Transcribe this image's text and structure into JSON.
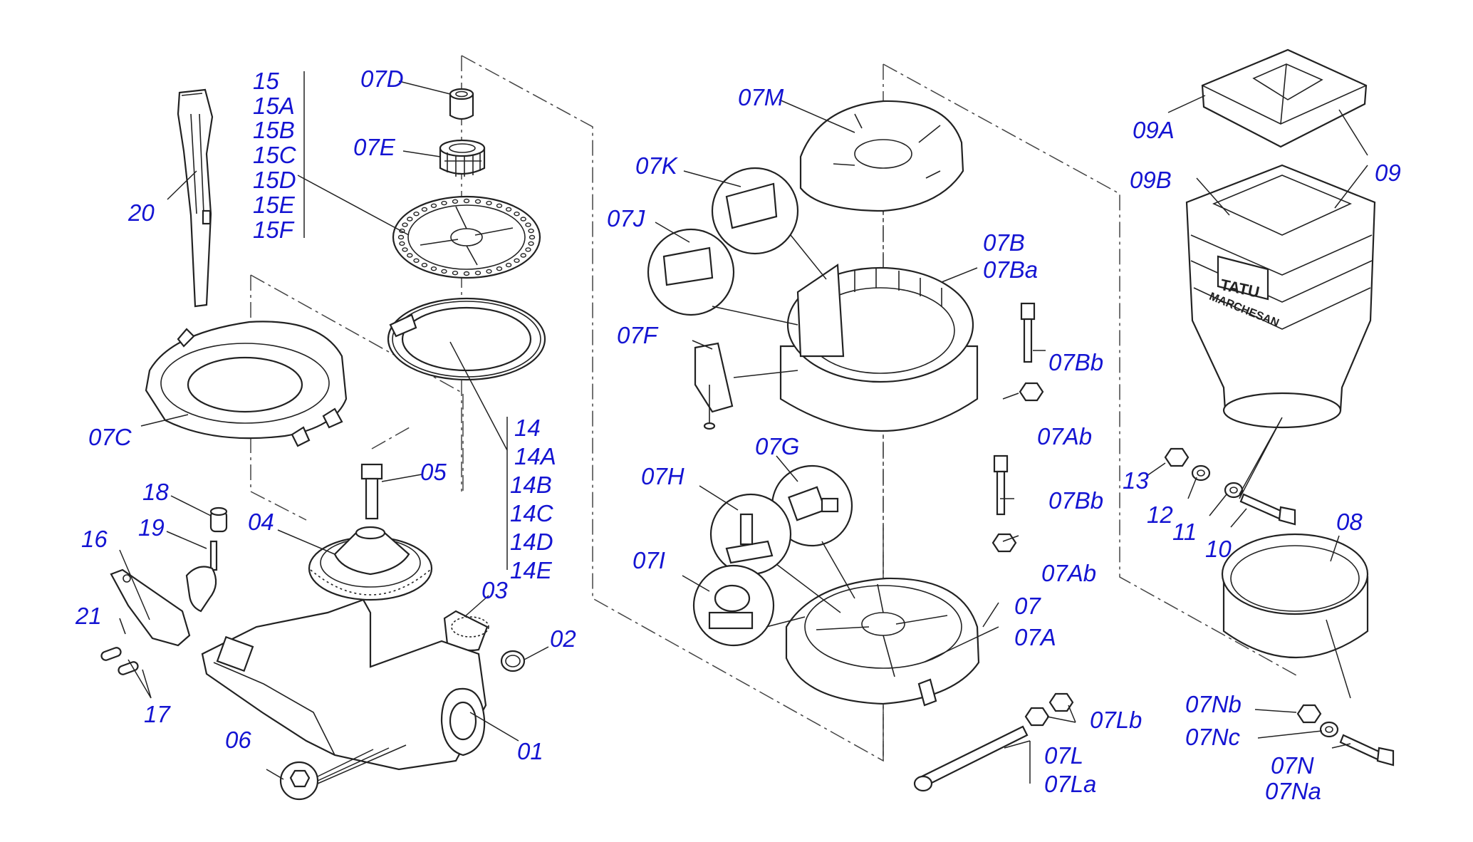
{
  "labels": {
    "p15": "15",
    "p15A": "15A",
    "p15B": "15B",
    "p15C": "15C",
    "p15D": "15D",
    "p15E": "15E",
    "p15F": "15F",
    "p20": "20",
    "p07D": "07D",
    "p07E": "07E",
    "p07C": "07C",
    "p14": "14",
    "p14A": "14A",
    "p14B": "14B",
    "p14C": "14C",
    "p14D": "14D",
    "p14E": "14E",
    "p05": "05",
    "p04": "04",
    "p18": "18",
    "p19": "19",
    "p16": "16",
    "p21": "21",
    "p17": "17",
    "p06": "06",
    "p03": "03",
    "p02": "02",
    "p01": "01",
    "p07M": "07M",
    "p07K": "07K",
    "p07J": "07J",
    "p07B": "07B",
    "p07Ba": "07Ba",
    "p07F": "07F",
    "p07Bb1": "07Bb",
    "p07Ab1": "07Ab",
    "p07G": "07G",
    "p07H": "07H",
    "p07Bb2": "07Bb",
    "p07Ab2": "07Ab",
    "p07I": "07I",
    "p07": "07",
    "p07A": "07A",
    "p07Lb": "07Lb",
    "p07L": "07L",
    "p07La": "07La",
    "p09A": "09A",
    "p09": "09",
    "p09B": "09B",
    "p13": "13",
    "p12": "12",
    "p11": "11",
    "p10": "10",
    "p08": "08",
    "p07Nb": "07Nb",
    "p07Nc": "07Nc",
    "p07N": "07N",
    "p07Na": "07Na"
  },
  "brand": {
    "logo": "TATU",
    "name": "MARCHESAN"
  },
  "colors": {
    "label": "#1414d2",
    "line": "#222222"
  }
}
